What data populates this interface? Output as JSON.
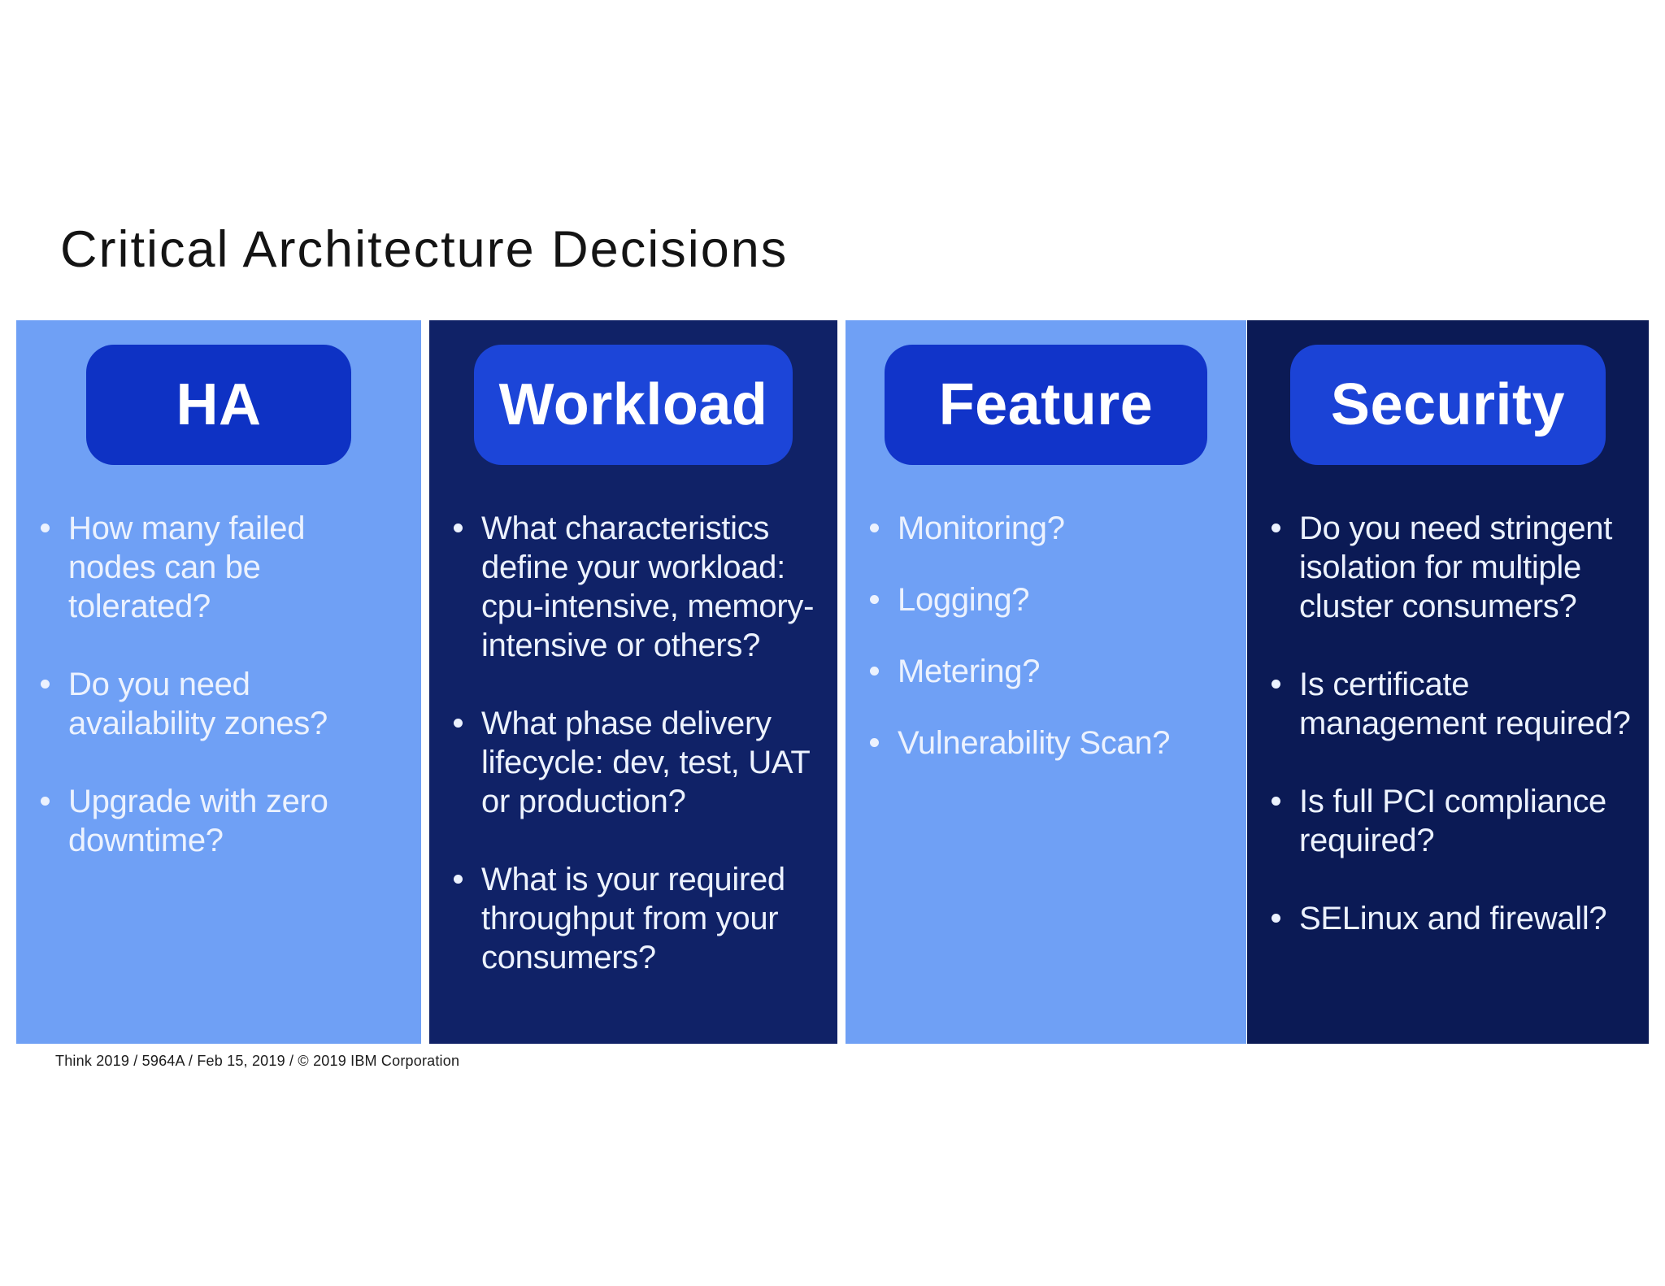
{
  "title": "Critical Architecture Decisions",
  "footer": "Think 2019 / 5964A / Feb 15, 2019 / © 2019 IBM Corporation",
  "colors": {
    "page_background": "#FFFFFF",
    "title_text": "#141414",
    "footer_text": "#1C1C1C",
    "bullet_text": "#ECF2FE",
    "badge_text": "#FFFFFF",
    "column_light_blue": "#6FA0F5",
    "column_navy": "#102267",
    "column_dark_navy": "#0B1A55"
  },
  "columns": [
    {
      "id": "ha",
      "label": "HA",
      "background": "#6FA0F5",
      "badge_color": "#0E32C4",
      "bullets": [
        [
          "How many failed",
          "nodes can be",
          "tolerated?"
        ],
        [
          "Do you need",
          "availability zones?"
        ],
        [
          "Upgrade with zero",
          "downtime?"
        ]
      ]
    },
    {
      "id": "workload",
      "label": "Workload",
      "background": "#102267",
      "badge_color": "#1C45D8",
      "bullets": [
        [
          "What characteristics",
          "define your workload:",
          "cpu-intensive, memory-",
          "intensive or others?"
        ],
        [
          "What phase delivery",
          "lifecycle: dev, test, UAT",
          "or production?"
        ],
        [
          "What is your required",
          "throughput from your",
          "consumers?"
        ]
      ]
    },
    {
      "id": "feature",
      "label": "Feature",
      "background": "#6FA0F5",
      "badge_color": "#1134C9",
      "bullets": [
        [
          "Monitoring?"
        ],
        [
          "Logging?"
        ],
        [
          "Metering?"
        ],
        [
          "Vulnerability Scan?"
        ]
      ]
    },
    {
      "id": "security",
      "label": "Security",
      "background": "#0B1A55",
      "badge_color": "#1B43D6",
      "bullets": [
        [
          "Do you need stringent",
          "isolation for multiple",
          "cluster consumers?"
        ],
        [
          "Is certificate",
          "management required?"
        ],
        [
          "Is full PCI compliance",
          "required?"
        ],
        [
          "SELinux and firewall?"
        ]
      ]
    }
  ]
}
